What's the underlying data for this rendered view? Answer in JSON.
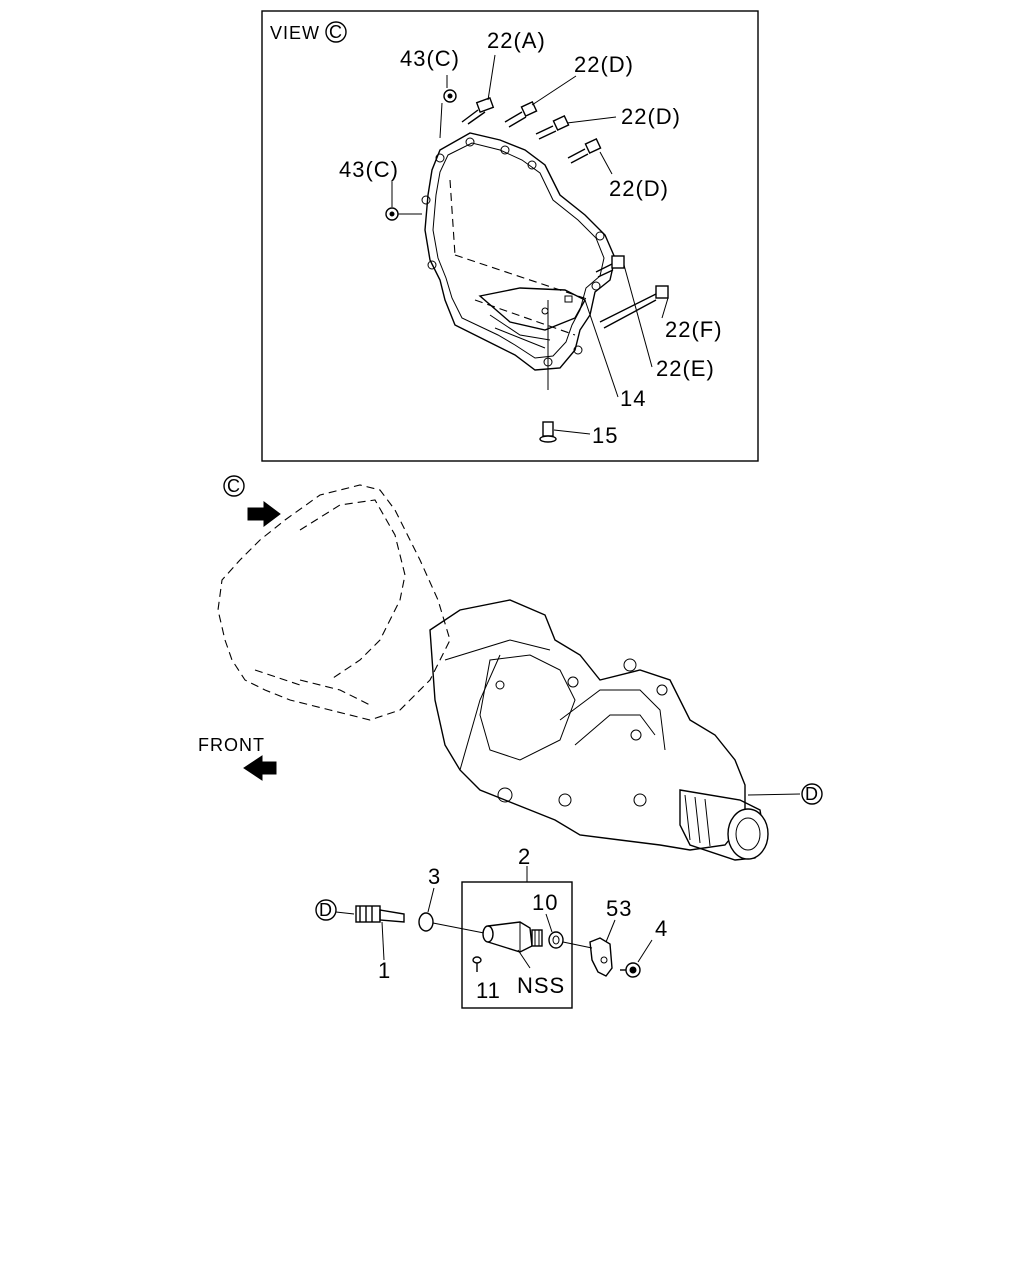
{
  "view_c": {
    "title": "VIEW",
    "title_symbol": "C",
    "callouts": {
      "bolt_a": "22(A)",
      "bolt_d1": "22(D)",
      "bolt_d2": "22(D)",
      "bolt_d3": "22(D)",
      "nut_c_top": "43(C)",
      "nut_c_left": "43(C)",
      "bolt_f": "22(F)",
      "bolt_e": "22(E)",
      "cover_plate": "14",
      "plate_bolt": "15"
    }
  },
  "transmission": {
    "view_marker": "C",
    "front_label": "FRONT",
    "detail_marker": "D"
  },
  "speedometer": {
    "detail_marker": "D",
    "callouts": {
      "driven_gear": "1",
      "o_ring": "3",
      "sensor_kit": "2",
      "seal": "10",
      "bracket": "53",
      "bolt": "4",
      "screw": "11",
      "nss": "NSS"
    }
  },
  "colors": {
    "line": "#000000",
    "background": "#ffffff"
  }
}
